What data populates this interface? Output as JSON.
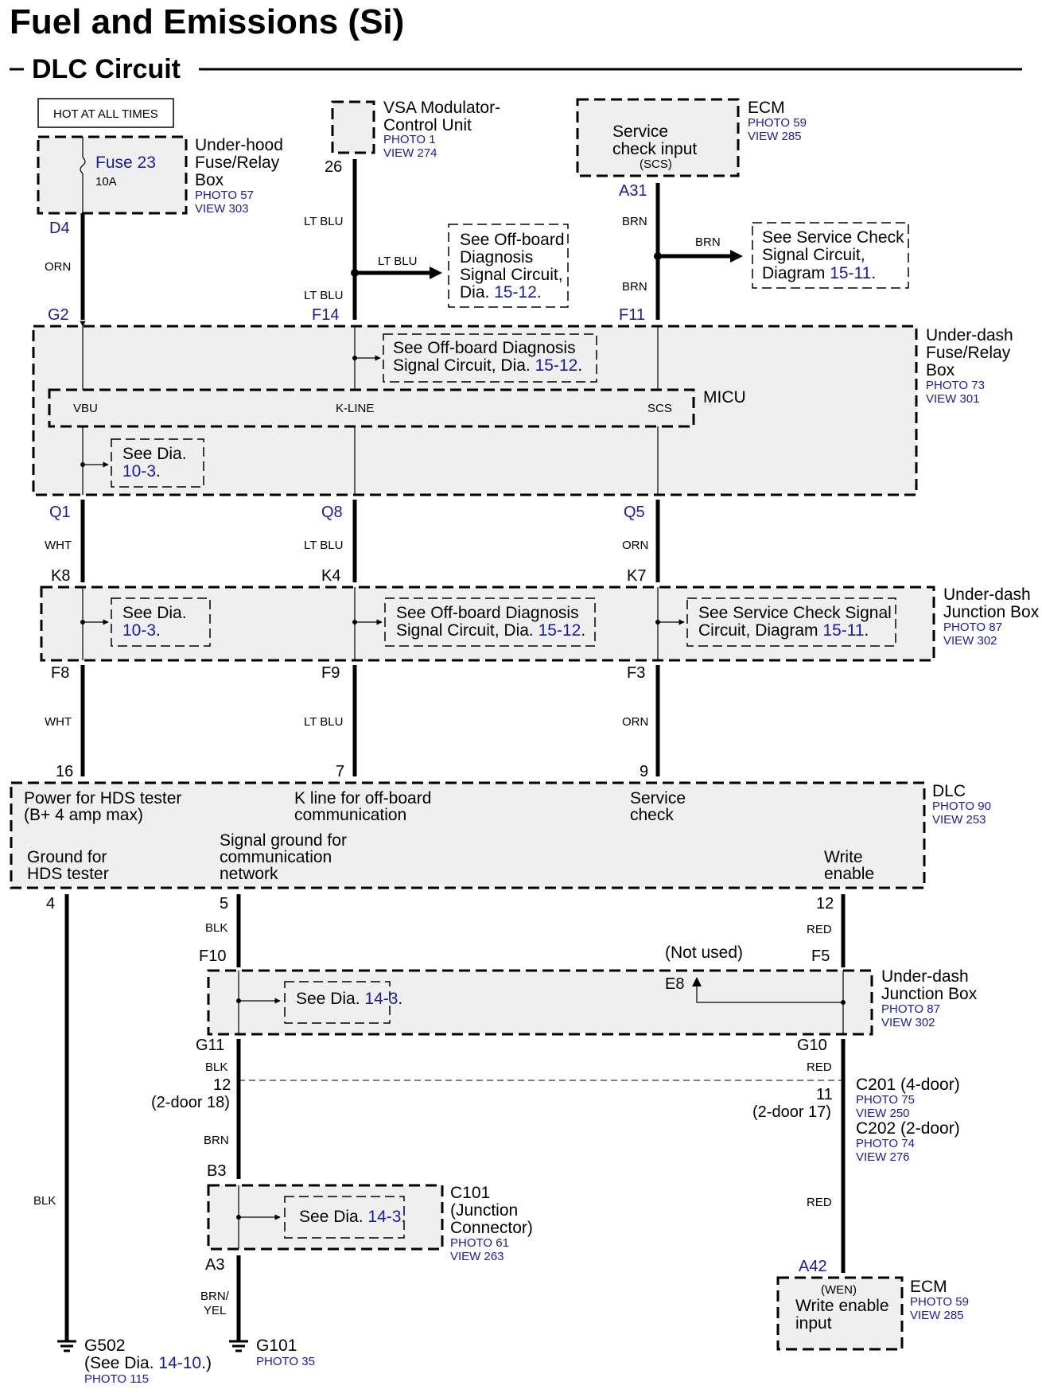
{
  "title": "Fuel and Emissions (Si)",
  "subtitle": "DLC Circuit",
  "hot_label": "HOT AT ALL TIMES",
  "fuse_box": {
    "fuse": "Fuse 23",
    "amp": "10A",
    "name1": "Under-hood",
    "name2": "Fuse/Relay",
    "name3": "Box",
    "photo": "PHOTO 57",
    "view": "VIEW 303"
  },
  "vsa": {
    "name1": "VSA Modulator-",
    "name2": "Control Unit",
    "photo": "PHOTO 1",
    "view": "VIEW 274",
    "pin": "26"
  },
  "ecm_top": {
    "name": "ECM",
    "photo": "PHOTO 59",
    "view": "VIEW 285",
    "text1": "Service",
    "text2": "check input",
    "text3": "(SCS)",
    "pin": "A31"
  },
  "refs": {
    "offboard_top": {
      "l1": "See Off-board",
      "l2": "Diagnosis",
      "l3": "Signal Circuit,",
      "l4a": "Dia.",
      "l4b": "15-12",
      "l4c": "."
    },
    "scs_top": {
      "l1": "See Service Check",
      "l2": "Signal Circuit,",
      "l3a": "Diagram",
      "l3b": "15-11",
      "l3c": "."
    },
    "offboard_micu": {
      "l1": "See Off-board Diagnosis",
      "l2a": "Signal Circuit,",
      "l2b": "Dia.",
      "l2c": "15-12",
      "l2d": "."
    },
    "dia_10_3_a": {
      "l1": "See Dia.",
      "l2": "10-3",
      "l2c": "."
    },
    "dia_10_3_b": {
      "l1": "See Dia.",
      "l2": "10-3",
      "l2c": "."
    },
    "offboard_jb": {
      "l1": "See Off-board Diagnosis",
      "l2a": "Signal Circuit,",
      "l2b": "Dia.",
      "l2c": "15-12",
      "l2d": "."
    },
    "scs_jb": {
      "l1": "See Service Check Signal",
      "l2a": "Circuit,",
      "l2b": "Diagram",
      "l2c": "15-11",
      "l2d": "."
    },
    "dia_14_3_a": {
      "l1": "See Dia.",
      "l2": "14-3",
      "l2c": "."
    },
    "dia_14_3_b": {
      "l1": "See",
      "l1b": "Dia.",
      "l2": "14-3",
      "l2c": "."
    }
  },
  "underdash_fuse": {
    "n1": "Under-dash",
    "n2": "Fuse/Relay",
    "n3": "Box",
    "photo": "PHOTO 73",
    "view": "VIEW 301",
    "micu": "MICU",
    "vbu": "VBU",
    "kline": "K-LINE",
    "scs": "SCS"
  },
  "junction_box": {
    "n1": "Under-dash",
    "n2": "Junction Box",
    "photo": "PHOTO 87",
    "view": "VIEW 302"
  },
  "junction_box2": {
    "n1": "Under-dash",
    "n2": "Junction Box",
    "photo": "PHOTO 87",
    "view": "VIEW 302",
    "not_used": "(Not used)",
    "e8": "E8"
  },
  "dlc": {
    "name": "DLC",
    "photo": "PHOTO 90",
    "view": "VIEW 253",
    "p16a": "Power for HDS tester",
    "p16b": "(B+ 4 amp max)",
    "p7a": "K line for off-board",
    "p7b": "communication",
    "p9a": "Service",
    "p9b": "check",
    "p4a": "Ground for",
    "p4b": "HDS tester",
    "p5a": "Signal ground for",
    "p5b": "communication",
    "p5c": "network",
    "p12a": "Write",
    "p12b": "enable"
  },
  "pins": {
    "d4": "D4",
    "g2": "G2",
    "f14": "F14",
    "f11": "F11",
    "q1": "Q1",
    "q8": "Q8",
    "q5": "Q5",
    "k8": "K8",
    "k4": "K4",
    "k7": "K7",
    "f8": "F8",
    "f9": "F9",
    "f3": "F3",
    "n16": "16",
    "n7": "7",
    "n9": "9",
    "n4": "4",
    "n5": "5",
    "n12": "12",
    "f10": "F10",
    "f5": "F5",
    "g11": "G11",
    "g10": "G10",
    "c12": "12",
    "c12b": "(2-door 18)",
    "c11": "11",
    "c11b": "(2-door 17)",
    "b3": "B3",
    "a3": "A3",
    "a42": "A42"
  },
  "wires": {
    "orn": "ORN",
    "ltblu": "LT BLU",
    "brn": "BRN",
    "wht": "WHT",
    "blk": "BLK",
    "red": "RED",
    "brnyel1": "BRN/",
    "brnyel2": "YEL"
  },
  "c201": {
    "n1": "C201 (4-door)",
    "p1": "PHOTO 75",
    "v1": "VIEW 250",
    "n2": "C202 (2-door)",
    "p2": "PHOTO 74",
    "v2": "VIEW 276"
  },
  "c101": {
    "n1": "C101",
    "n2": "(Junction",
    "n3": "Connector)",
    "photo": "PHOTO 61",
    "view": "VIEW 263"
  },
  "ecm_bot": {
    "name": "ECM",
    "photo": "PHOTO 59",
    "view": "VIEW 285",
    "t1": "(WEN)",
    "t2": "Write enable",
    "t3": "input"
  },
  "g502": {
    "name": "G502",
    "see_a": "(See Dia.",
    "see_b": "14-10",
    "see_c": ".)",
    "photo": "PHOTO 115"
  },
  "g101": {
    "name": "G101",
    "photo": "PHOTO 35"
  }
}
